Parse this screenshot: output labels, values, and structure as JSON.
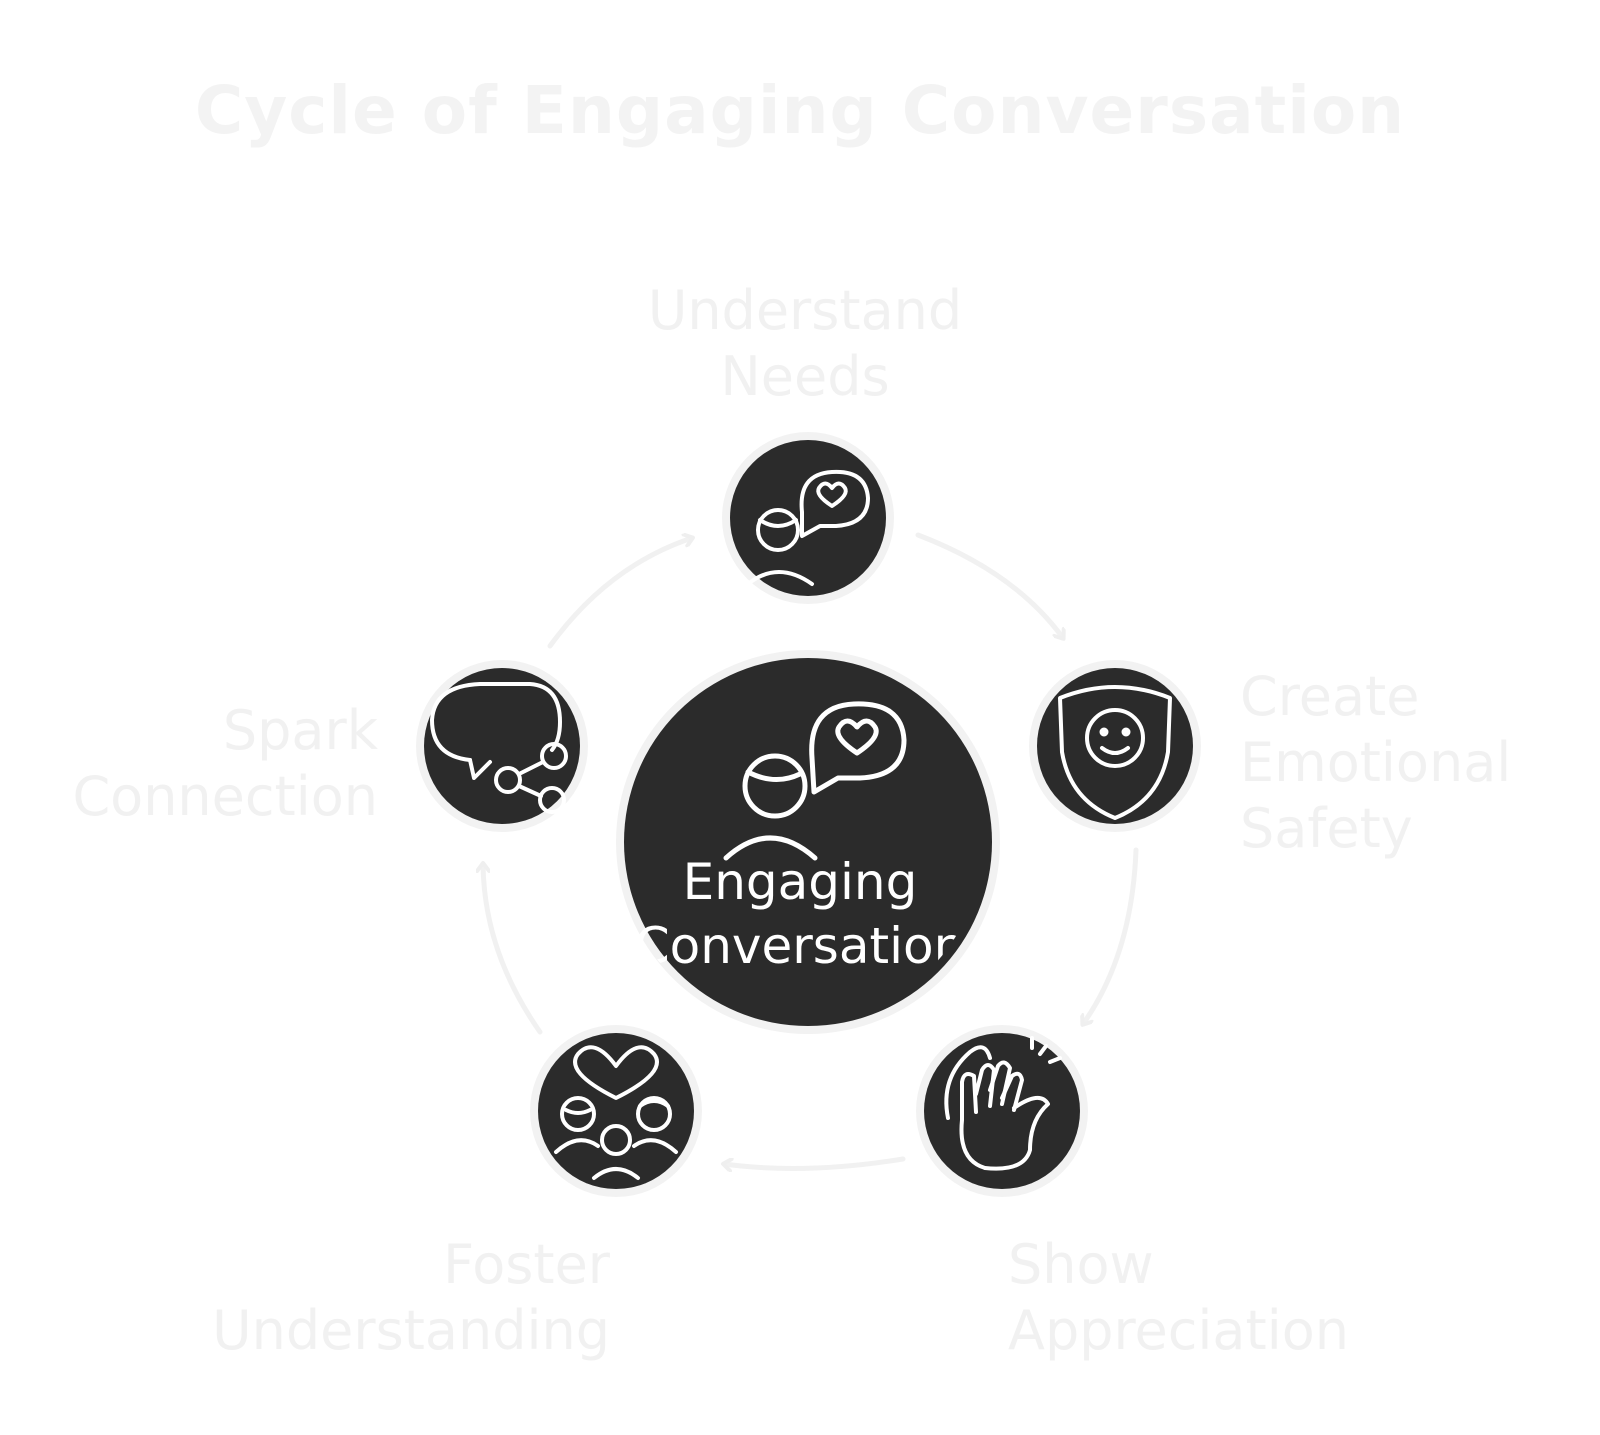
{
  "title": "Cycle of Engaging Conversation",
  "center": {
    "line1": "Engaging",
    "line2": "Conversation",
    "icon": "person-heart-speech-icon"
  },
  "nodes": [
    {
      "id": "understand-needs",
      "lines": [
        "Understand",
        "Needs"
      ],
      "icon": "person-heart-speech-icon"
    },
    {
      "id": "create-emotional-safety",
      "lines": [
        "Create",
        "Emotional",
        "Safety"
      ],
      "icon": "shield-smile-icon"
    },
    {
      "id": "show-appreciation",
      "lines": [
        "Show",
        "Appreciation"
      ],
      "icon": "clapping-hands-icon"
    },
    {
      "id": "foster-understanding",
      "lines": [
        "Foster",
        "Understanding"
      ],
      "icon": "group-heart-icon"
    },
    {
      "id": "spark-connection",
      "lines": [
        "Spark",
        "Connection"
      ],
      "icon": "speech-network-icon"
    }
  ],
  "colors": {
    "node_fill": "#2b2b2b",
    "node_ring": "#f2f2f2",
    "icon_stroke": "#ffffff",
    "label_text": "#f1f1f1",
    "arrow": "#f1f1f1"
  }
}
